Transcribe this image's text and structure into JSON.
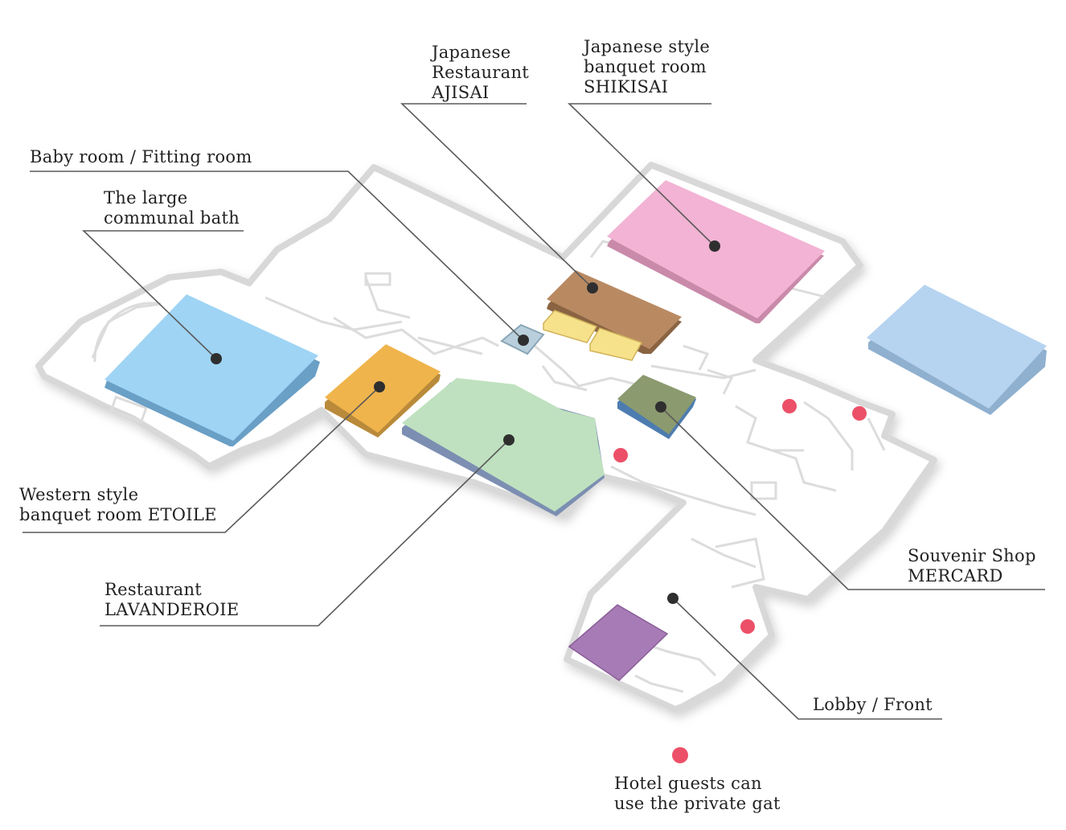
{
  "labels": {
    "ajisai": [
      "Japanese",
      "Restaurant",
      "AJISAI"
    ],
    "shikisai": [
      "Japanese style",
      "banquet room",
      "SHIKISAI"
    ],
    "baby": [
      "Baby room / Fitting room"
    ],
    "bath": [
      "The large",
      "communal bath"
    ],
    "etoile": [
      "Western style",
      "banquet room ETOILE"
    ],
    "lavanderoie": [
      "Restaurant",
      "LAVANDEROIE"
    ],
    "mercard": [
      "Souvenir Shop",
      "MERCARD"
    ],
    "lobby": [
      "Lobby / Front"
    ],
    "legend": [
      "Hotel guests can",
      "use the private gat"
    ]
  },
  "colors": {
    "bath": "#9fd4f4",
    "shikisai": "#f2b3d4",
    "ajisai": "#b98a62",
    "ajisai_sub": "#f7e28c",
    "baby": "#b9cfdc",
    "etoile": "#f0b44c",
    "lavanderoie": "#bfe1bf",
    "mercard": "#8b9a6f",
    "purple_room": "#a77bb5",
    "annex": "#b6d3f0",
    "gate_dot": "#ec5068",
    "marker": "#2f2f2f",
    "leader": "#5a5a5a"
  }
}
